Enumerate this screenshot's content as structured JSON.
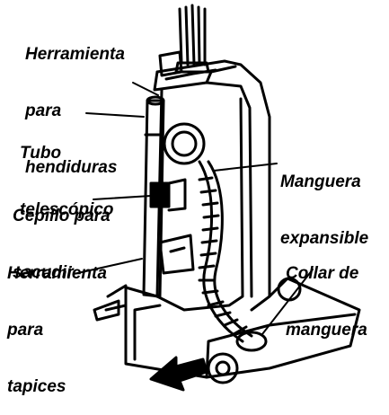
{
  "labels": {
    "crevice_tool": [
      "Herramienta",
      "para",
      "hendiduras"
    ],
    "telescopic_tube": [
      "Tubo",
      "telescópico"
    ],
    "dusting_brush": [
      "Cepillo para",
      "sacudir"
    ],
    "upholstery_tool": [
      "Herramienta",
      "para",
      "tapices"
    ],
    "expandable_hose": [
      "Manguera",
      "expansible"
    ],
    "hose_collar": [
      "Collar de",
      "manguera"
    ]
  },
  "colors": {
    "ink": "#000000",
    "background": "#ffffff"
  }
}
